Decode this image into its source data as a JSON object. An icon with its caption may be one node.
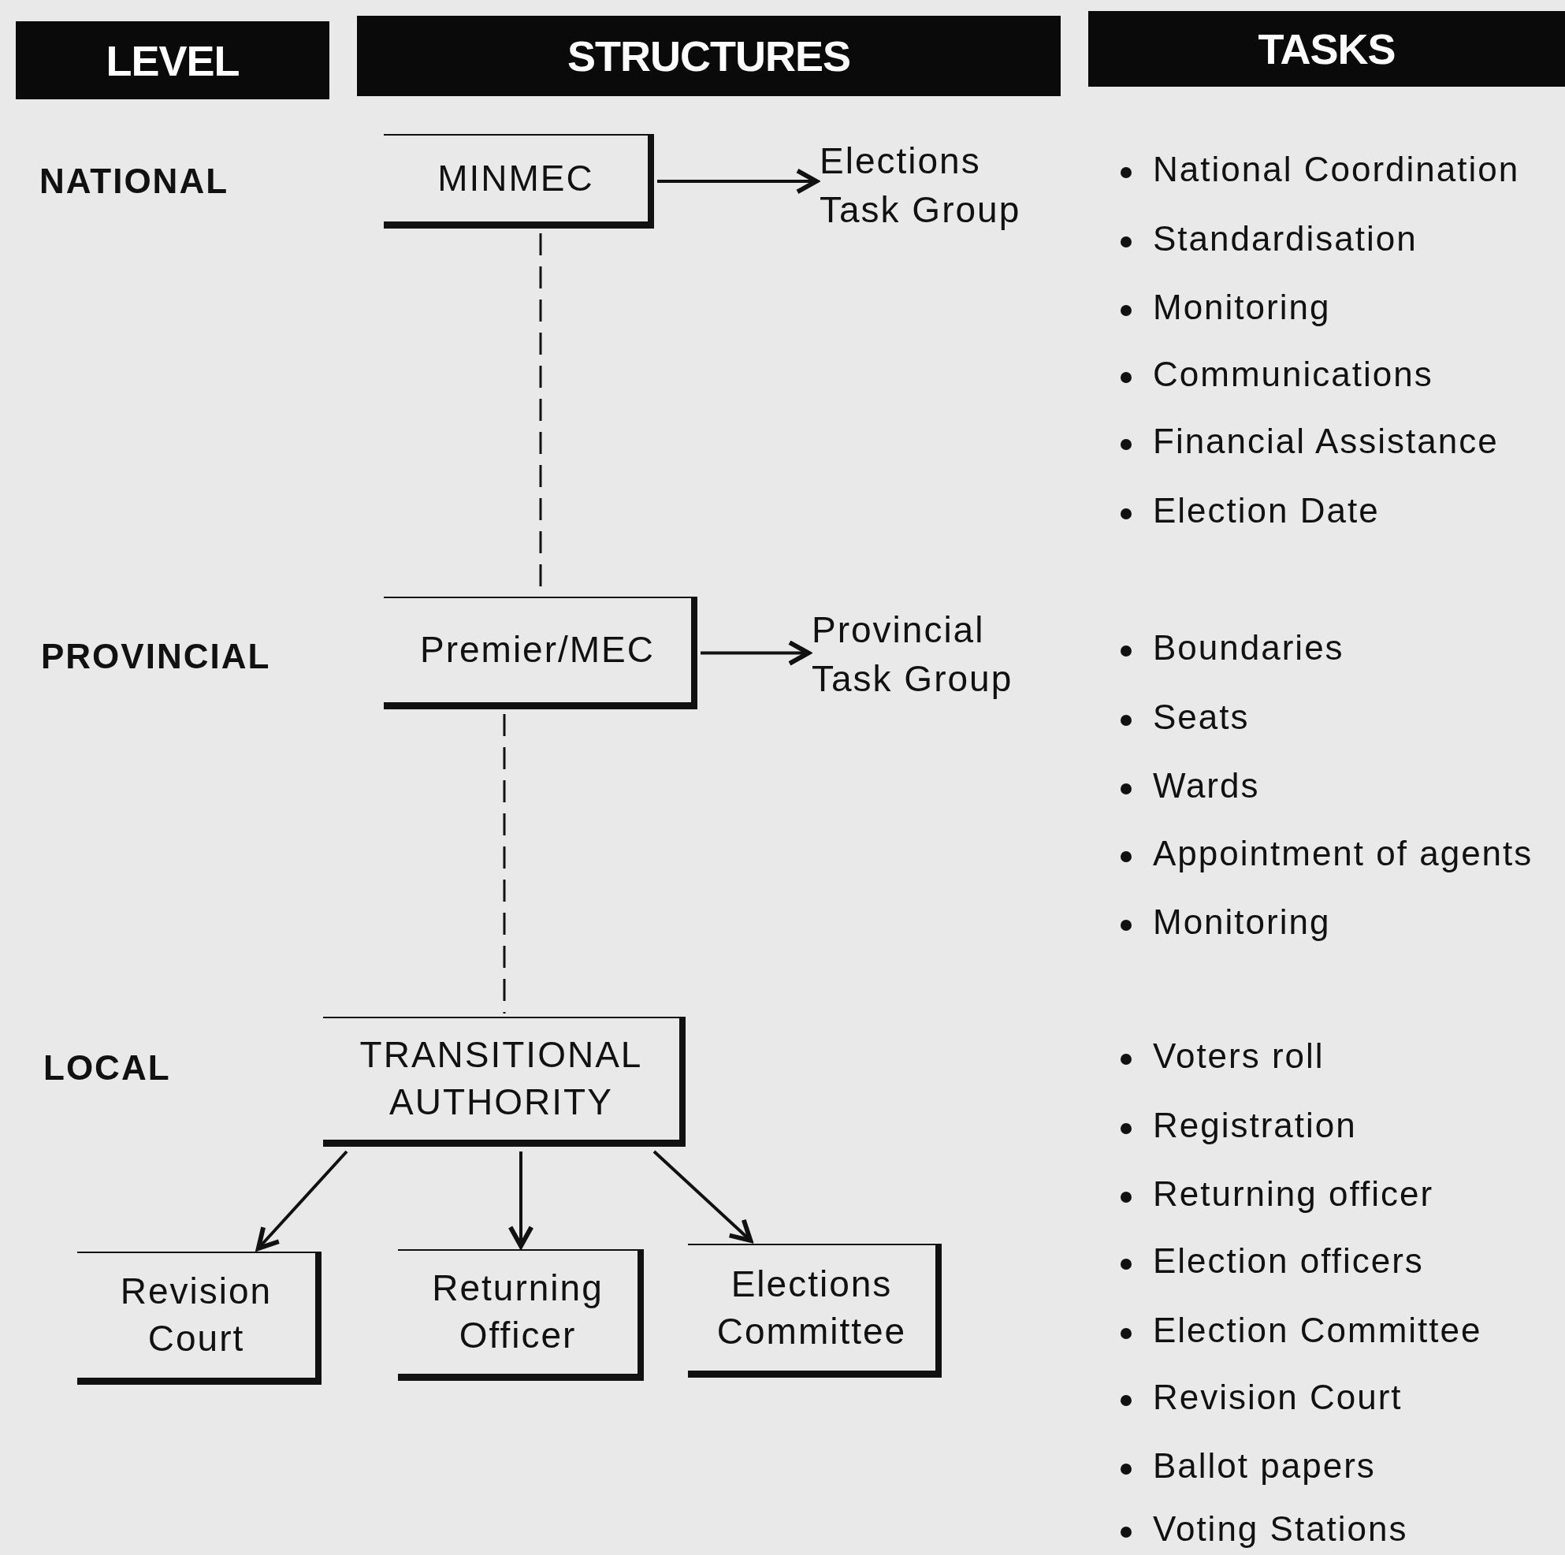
{
  "diagram": {
    "nodes": [
      {
        "text": [
          "LEVEL"
        ]
      },
      {
        "text": [
          "STRUCTURES"
        ]
      },
      {
        "text": [
          "TASKS"
        ]
      },
      {
        "text": [
          "MINMEC"
        ]
      },
      {
        "text": [
          "Elections Task Group"
        ]
      },
      {
        "text": [
          "Premier/MEC"
        ]
      },
      {
        "text": [
          "Provincial Task Group"
        ]
      },
      {
        "text": [
          "TRANSITIONAL AUTHORITY"
        ]
      },
      {
        "text": [
          "Revision Court"
        ]
      },
      {
        "text": [
          "Returning Officer"
        ]
      },
      {
        "text": [
          "Elections Committee"
        ]
      }
    ],
    "edges": [
      {
        "from": 3,
        "to": 4,
        "arrow": "to"
      },
      {
        "from": 3,
        "to": 5,
        "arrow": "none",
        "style": "dashed"
      },
      {
        "from": 5,
        "to": 6,
        "arrow": "to"
      },
      {
        "from": 5,
        "to": 7,
        "arrow": "none",
        "style": "dashed"
      },
      {
        "from": 7,
        "to": 8,
        "arrow": "to"
      },
      {
        "from": 7,
        "to": 9,
        "arrow": "to"
      },
      {
        "from": 7,
        "to": 10,
        "arrow": "to"
      }
    ],
    "labels": [
      "NATIONAL",
      "National Coordination",
      "Standardisation",
      "Monitoring",
      "Communications",
      "Financial Assistance",
      "Election Date",
      "PROVINCIAL",
      "Boundaries",
      "Seats",
      "Wards",
      "Appointment of agents",
      "Monitoring",
      "LOCAL",
      "Voters roll",
      "Registration",
      "Returning officer",
      "Election officers",
      "Election Committee",
      "Revision Court",
      "Ballot papers",
      "Voting Stations"
    ]
  }
}
